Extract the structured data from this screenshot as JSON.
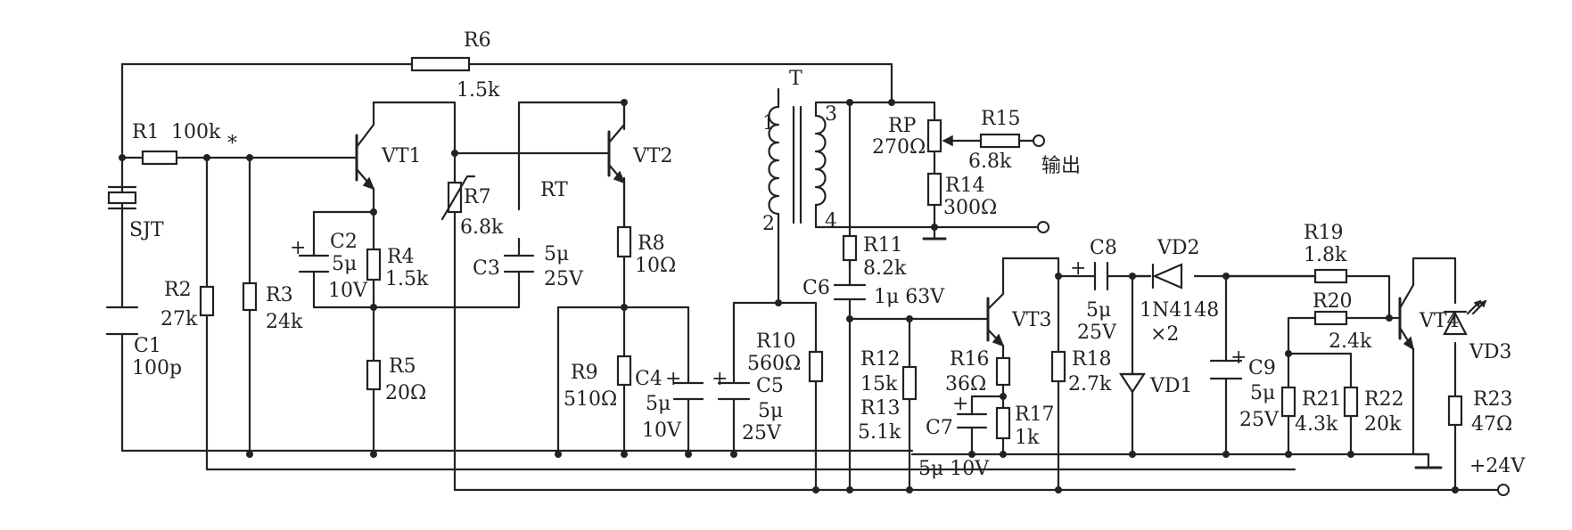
{
  "labels": {
    "R6": "R6",
    "R6v": "1.5k",
    "R1": "R1",
    "R1v": "100k",
    "star": "*",
    "SJT": "SJT",
    "C1": "C1",
    "C1v": "100p",
    "R2": "R2",
    "R2v": "27k",
    "R3": "R3",
    "R3v": "24k",
    "VT1": "VT1",
    "C2": "C2",
    "C2v1": "5μ",
    "C2v2": "10V",
    "R4": "R4",
    "R4v": "1.5k",
    "R5": "R5",
    "R5v": "20Ω",
    "R7": "R7",
    "R7v": "6.8k",
    "RT": "RT",
    "C3": "C3",
    "C3v1": "5μ",
    "C3v2": "25V",
    "VT2": "VT2",
    "R8": "R8",
    "R8v": "10Ω",
    "R9": "R9",
    "R9v": "510Ω",
    "C4": "C4",
    "C4v1": "5μ",
    "C4v2": "10V",
    "C5": "C5",
    "C5v1": "5μ",
    "C5v2": "25V",
    "R10": "R10",
    "R10v": "560Ω",
    "T": "T",
    "t1": "1",
    "t2": "2",
    "t3": "3",
    "t4": "4",
    "RP": "RP",
    "RPv": "270Ω",
    "R14": "R14",
    "R14v": "300Ω",
    "R15": "R15",
    "R15v": "6.8k",
    "output": "输出",
    "R11": "R11",
    "R11v": "8.2k",
    "C6": "C6",
    "C6v": "1μ 63V",
    "R12": "R12",
    "R12v": "15k",
    "R13": "R13",
    "R13v": "5.1k",
    "VT3": "VT3",
    "R16": "R16",
    "R16v": "36Ω",
    "C7": "C7",
    "C7v": "5μ 10V",
    "R17": "R17",
    "R17v": "1k",
    "R18": "R18",
    "R18v": "2.7k",
    "C8": "C8",
    "C8v1": "5μ",
    "C8v2": "25V",
    "VD2": "VD2",
    "VD2v1": "1N4148",
    "VD2v2": "×2",
    "VD1": "VD1",
    "C9": "C9",
    "C9v1": "5μ",
    "C9v2": "25V",
    "R19": "R19",
    "R19v": "1.8k",
    "R20": "R20",
    "R20v": "2.4k",
    "R21": "R21",
    "R21v": "4.3k",
    "R22": "R22",
    "R22v": "20k",
    "VT4": "VT4",
    "VD3": "VD3",
    "R23": "R23",
    "R23v": "47Ω",
    "supply": "+24V",
    "plus": "+"
  }
}
